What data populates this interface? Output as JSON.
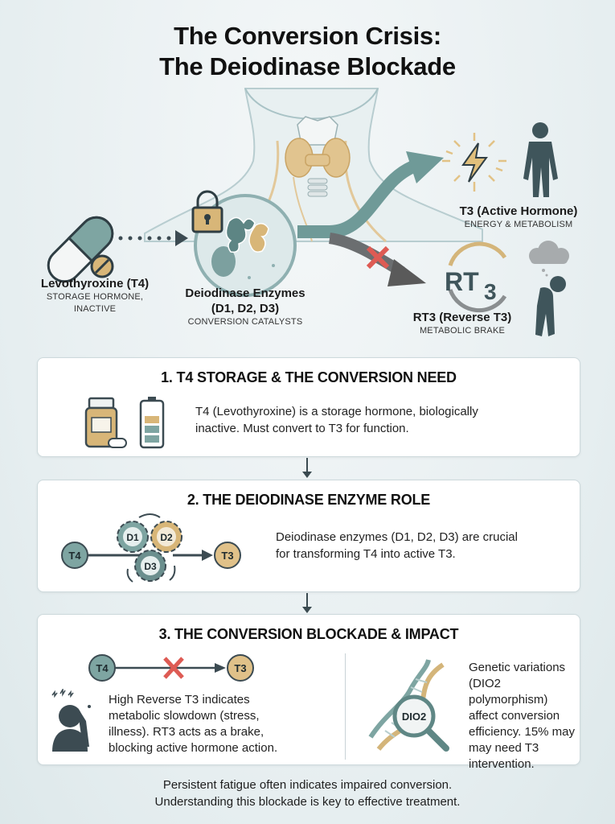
{
  "title": {
    "line1": "The Conversion Crisis:",
    "line2": "The Deiodinase Blockade"
  },
  "colors": {
    "teal": "#6f9a98",
    "teal_dark": "#3f5f63",
    "gold": "#d9b776",
    "slate": "#3c4b52",
    "red": "#de5b54",
    "grey_arrow": "#5a5a5a",
    "background": "#e6eef0"
  },
  "hero": {
    "levothyroxine": {
      "title": "Levothyroxine (T4)",
      "subtitle_line1": "STORAGE HORMONE,",
      "subtitle_line2": "INACTIVE",
      "icon": "pill-capsule-icon"
    },
    "deiodinase": {
      "title_line1": "Deiodinase Enzymes",
      "title_line2": "(D1, D2, D3)",
      "subtitle": "CONVERSION CATALYSTS",
      "icon": "enzyme-cell-icon",
      "lock_icon": "padlock-icon"
    },
    "thyroid": {
      "icon": "thyroid-neck-icon"
    },
    "t3": {
      "title": "T3 (Active Hormone)",
      "subtitle": "ENERGY & METABOLISM",
      "icon": "lightning-bolt-icon",
      "figure_icon": "standing-person-icon"
    },
    "rt3": {
      "title": "RT3 (Reverse T3)",
      "subtitle": "METABOLIC BRAKE",
      "logo_text": "RT",
      "logo_sub": "3",
      "figure_icon": "tired-person-cloud-icon",
      "block_icon": "red-x-icon"
    }
  },
  "sections": [
    {
      "title": "1. T4 STORAGE & THE CONVERSION NEED",
      "text_line1": "T4 (Levothyroxine) is a storage hormone, biologically",
      "text_line2": "inactive. Must convert to T3 for function.",
      "icons": [
        "medicine-bottle-icon",
        "battery-icon"
      ]
    },
    {
      "title": "2. THE DEIODINASE ENZYME ROLE",
      "text_line1": "Deiodinase enzymes (D1, D2, D3) are crucial",
      "text_line2": "for transforming T4 into active T3.",
      "diagram": {
        "input": "T4",
        "output": "T3",
        "gears": [
          "D1",
          "D2",
          "D3"
        ]
      }
    },
    {
      "title": "3. THE CONVERSION BLOCKADE & IMPACT",
      "left": {
        "input": "T4",
        "output": "T3",
        "text_lines": [
          "High Reverse T3 indicates",
          "metabolic slowdown (stress,",
          "illness).  RT3 acts as a brake,",
          "blocking active hormone action."
        ],
        "icon": "stressed-person-icon"
      },
      "right": {
        "badge": "DIO2",
        "text_lines": [
          "Genetic variations",
          "(DIO2 polymorphism)",
          "affect conversion",
          "efficiency. 15% may",
          "may need T3",
          "intervention."
        ],
        "icon": "dna-magnifier-icon"
      }
    }
  ],
  "footer": {
    "line1": "Persistent fatigue often indicates impaired conversion.",
    "line2": "Understanding this blockade is key to effective treatment."
  }
}
